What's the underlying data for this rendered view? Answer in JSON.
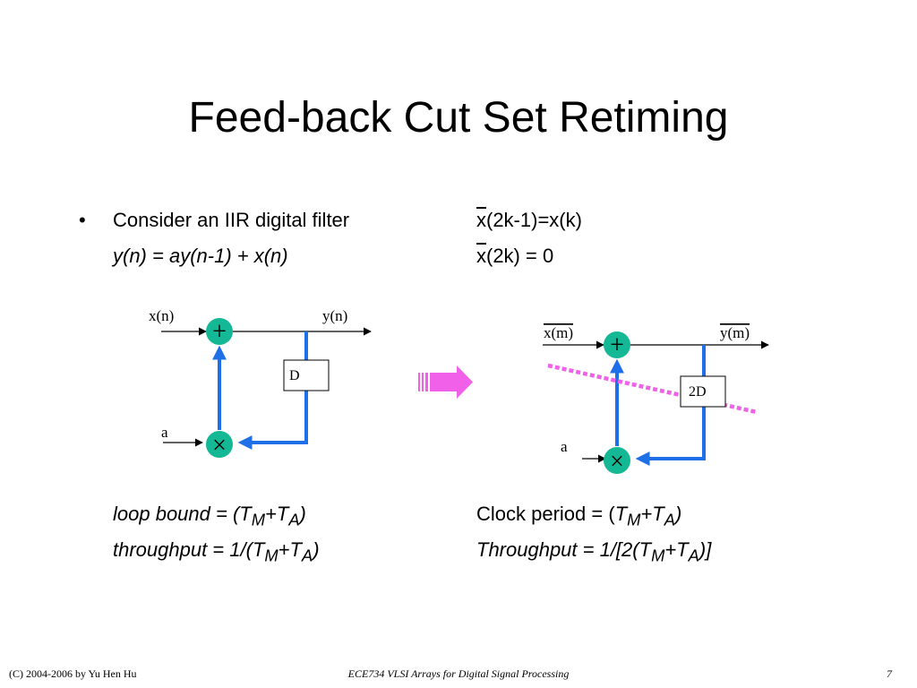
{
  "slide": {
    "title": "Feed-back Cut Set Retiming",
    "bullet": "•",
    "left_line1": "Consider an IIR digital filter",
    "left_line2": "y(n) = ay(n-1) + x(n)",
    "right_line1_var": "x",
    "right_line1_rest": "(2k-1)=x(k)",
    "right_line2_var": "x",
    "right_line2_rest": "(2k) = 0"
  },
  "diagram_left": {
    "input_label": "x(n)",
    "output_label": "y(n)",
    "coef_label": "a",
    "delay_label": "D",
    "adder_symbol": "+",
    "multiplier_symbol": "×"
  },
  "diagram_right": {
    "input_label": "x(m)",
    "output_label": "y(m)",
    "coef_label": "a",
    "delay_label": "2D",
    "adder_symbol": "+",
    "multiplier_symbol": "×"
  },
  "bottom_left": {
    "loop_bound": {
      "prefix": "loop bound = (T",
      "sub1": "M",
      "mid": "+T",
      "sub2": "A",
      "suffix": ")"
    },
    "throughput": {
      "prefix": "throughput = 1/(T",
      "sub1": "M",
      "mid": "+T",
      "sub2": "A",
      "suffix": ")"
    }
  },
  "bottom_right": {
    "clock_period": {
      "prefix": "Clock period = (",
      "t1": "T",
      "sub1": "M",
      "mid": "+T",
      "sub2": "A",
      "suffix": ")"
    },
    "throughput": {
      "prefix": "Throughput = 1/[2(T",
      "sub1": "M",
      "mid": "+T",
      "sub2": "A",
      "suffix": ")]"
    }
  },
  "footer": {
    "copyright": "(C) 2004-2006 by Yu Hen Hu",
    "course": "ECE734 VLSI Arrays for Digital Signal Processing",
    "page": "7"
  },
  "colors": {
    "wire_blue": "#1f6fe8",
    "node_green": "#14b894",
    "arrow_pink": "#f060e8",
    "cut_line": "#f060e8"
  }
}
